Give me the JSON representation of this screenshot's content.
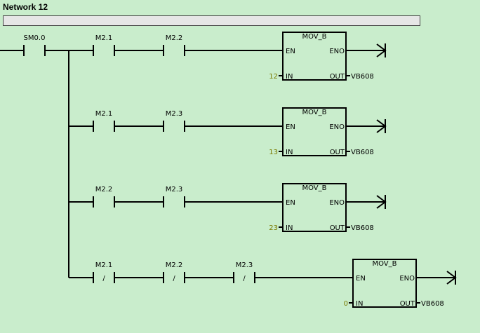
{
  "network": {
    "title": "Network 12",
    "comment": ""
  },
  "colors": {
    "background": "#c9edcc",
    "wire": "#000000",
    "constant": "#7a7a00",
    "comment_bar": "#e6e6e6"
  },
  "power_contact": {
    "label": "SM0.0"
  },
  "rungs": [
    {
      "contacts": [
        {
          "label": "M2.1",
          "negated": false
        },
        {
          "label": "M2.2",
          "negated": false
        }
      ],
      "block": {
        "title": "MOV_B",
        "en": "EN",
        "eno": "ENO",
        "in_label": "IN",
        "out_label": "OUT",
        "in_value": "12",
        "out_value": "VB608"
      }
    },
    {
      "contacts": [
        {
          "label": "M2.1",
          "negated": false
        },
        {
          "label": "M2.3",
          "negated": false
        }
      ],
      "block": {
        "title": "MOV_B",
        "en": "EN",
        "eno": "ENO",
        "in_label": "IN",
        "out_label": "OUT",
        "in_value": "13",
        "out_value": "VB608"
      }
    },
    {
      "contacts": [
        {
          "label": "M2.2",
          "negated": false
        },
        {
          "label": "M2.3",
          "negated": false
        }
      ],
      "block": {
        "title": "MOV_B",
        "en": "EN",
        "eno": "ENO",
        "in_label": "IN",
        "out_label": "OUT",
        "in_value": "23",
        "out_value": "VB608"
      }
    },
    {
      "contacts": [
        {
          "label": "M2.1",
          "negated": true
        },
        {
          "label": "M2.2",
          "negated": true
        },
        {
          "label": "M2.3",
          "negated": true
        }
      ],
      "block": {
        "title": "MOV_B",
        "en": "EN",
        "eno": "ENO",
        "in_label": "IN",
        "out_label": "OUT",
        "in_value": "0",
        "out_value": "VB608"
      }
    }
  ]
}
